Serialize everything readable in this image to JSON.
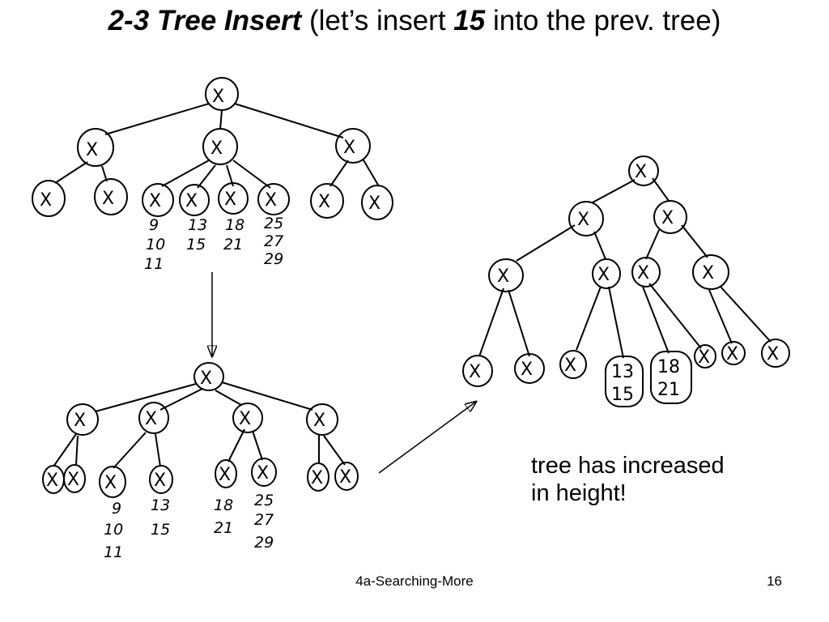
{
  "slide": {
    "title_bold": "2-3 Tree Insert",
    "title_plain_1": " (let’s insert ",
    "title_bold_2": "15",
    "title_plain_2": " into the prev. tree)",
    "note_line1": "tree has increased",
    "note_line2": "in height!",
    "footer": "4a-Searching-More",
    "page_number": "16"
  },
  "node_mark": "X",
  "tree_before": {
    "leaf_labels": [
      [
        "9",
        "10",
        "11"
      ],
      [
        "13",
        "15"
      ],
      [
        "18",
        "21"
      ],
      [
        "25",
        "27",
        "29"
      ]
    ]
  },
  "tree_split": {
    "leaf_labels": [
      [
        "9",
        "10",
        "11"
      ],
      [
        "13",
        "15"
      ],
      [
        "18",
        "21"
      ],
      [
        "25",
        "27",
        "29"
      ]
    ]
  },
  "tree_after": {
    "leaf_labels": [
      [
        "13",
        "15"
      ],
      [
        "18",
        "21"
      ]
    ]
  }
}
